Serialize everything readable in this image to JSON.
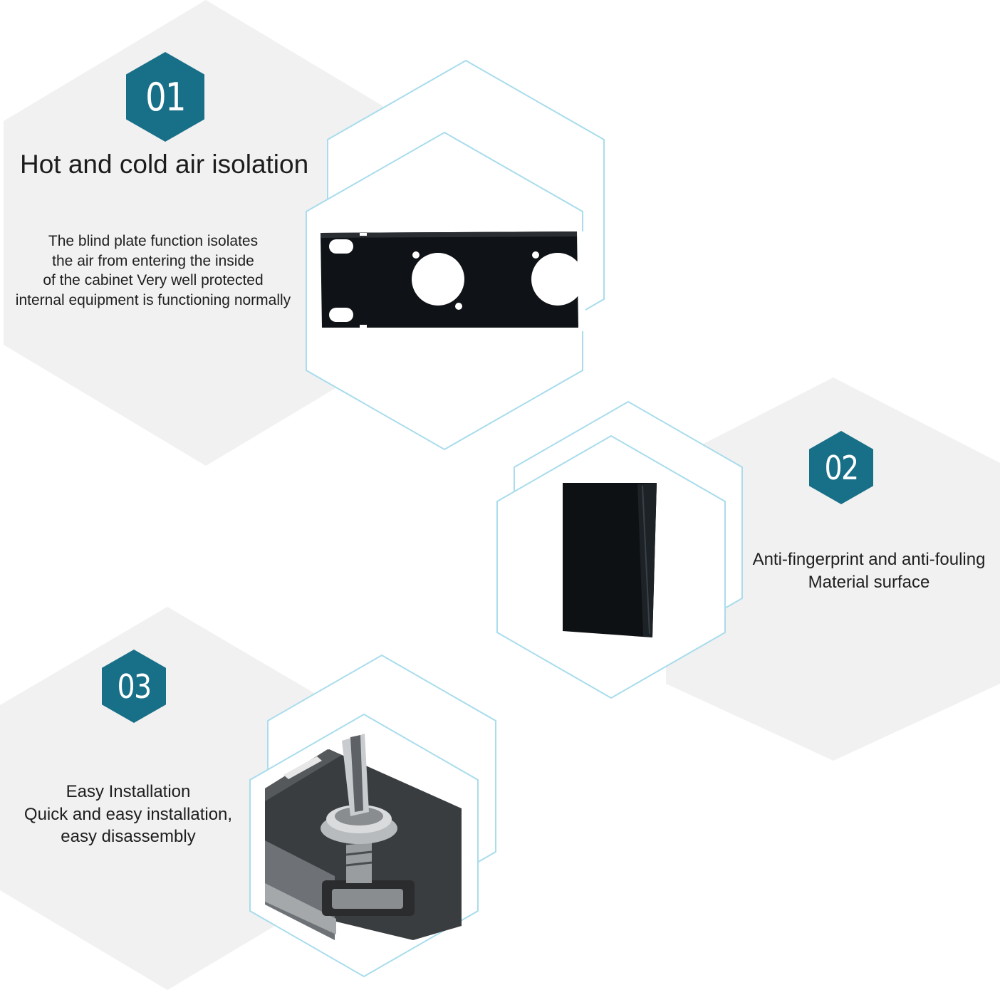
{
  "colors": {
    "accent": "#176f88",
    "outline": "#a9dcec",
    "background_hex": "#f0f0f0",
    "panel_black": "#101316"
  },
  "features": [
    {
      "number": "01",
      "title": "Hot and cold air isolation",
      "description": [
        "The blind plate function isolates",
        "the air from entering the inside",
        "of the cabinet Very well protected",
        "internal equipment is functioning normally"
      ],
      "image_icon": "blind-plate-panel"
    },
    {
      "number": "02",
      "description": [
        "Anti-fingerprint and anti-fouling",
        "Material surface"
      ],
      "image_icon": "black-surface-edge"
    },
    {
      "number": "03",
      "description": [
        "Easy Installation",
        "Quick and easy installation,",
        "easy disassembly"
      ],
      "image_icon": "screwdriver-cage-nut"
    }
  ]
}
